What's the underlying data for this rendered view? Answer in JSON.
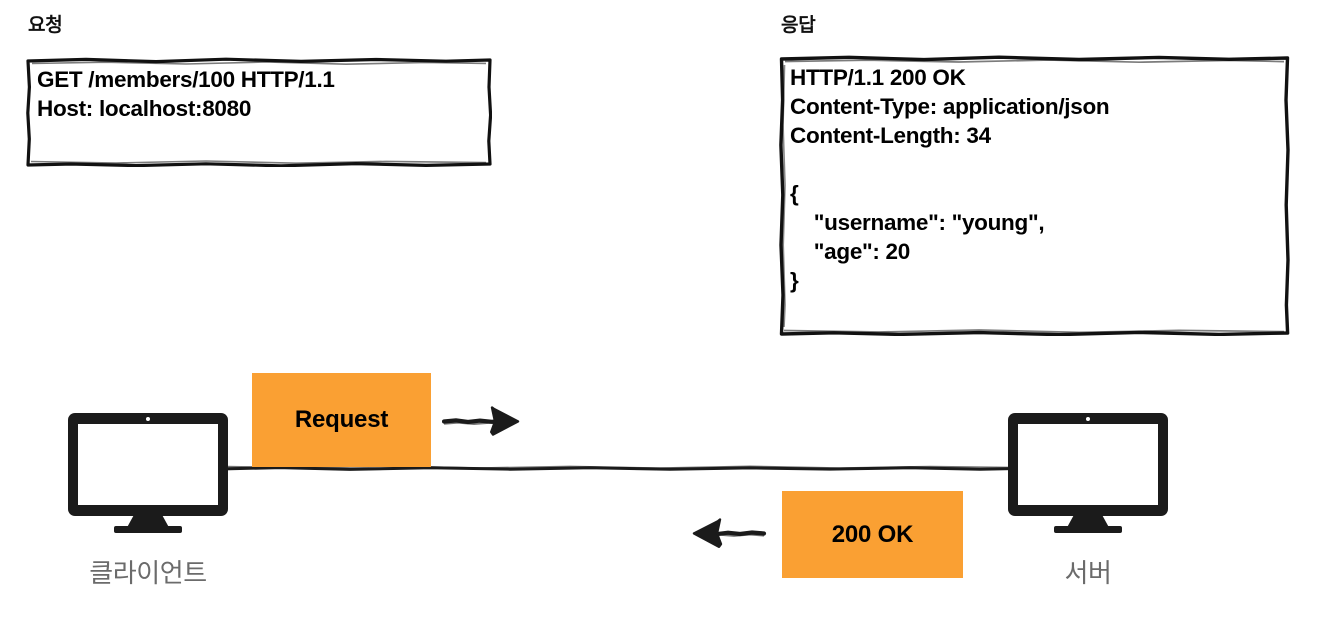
{
  "request_panel": {
    "title": "요청",
    "body": "GET /members/100 HTTP/1.1\nHost: localhost:8080"
  },
  "response_panel": {
    "title": "응답",
    "body": "HTTP/1.1 200 OK\nContent-Type: application/json\nContent-Length: 34\n\n{\n    \"username\": \"young\",\n    \"age\": 20\n}"
  },
  "diagram": {
    "client_label": "클라이언트",
    "server_label": "서버",
    "request_tag": "Request",
    "response_tag": "200 OK",
    "accent_color": "#FAA033",
    "label_color": "#6b6b6b",
    "ink_color": "#1b1b1b"
  }
}
